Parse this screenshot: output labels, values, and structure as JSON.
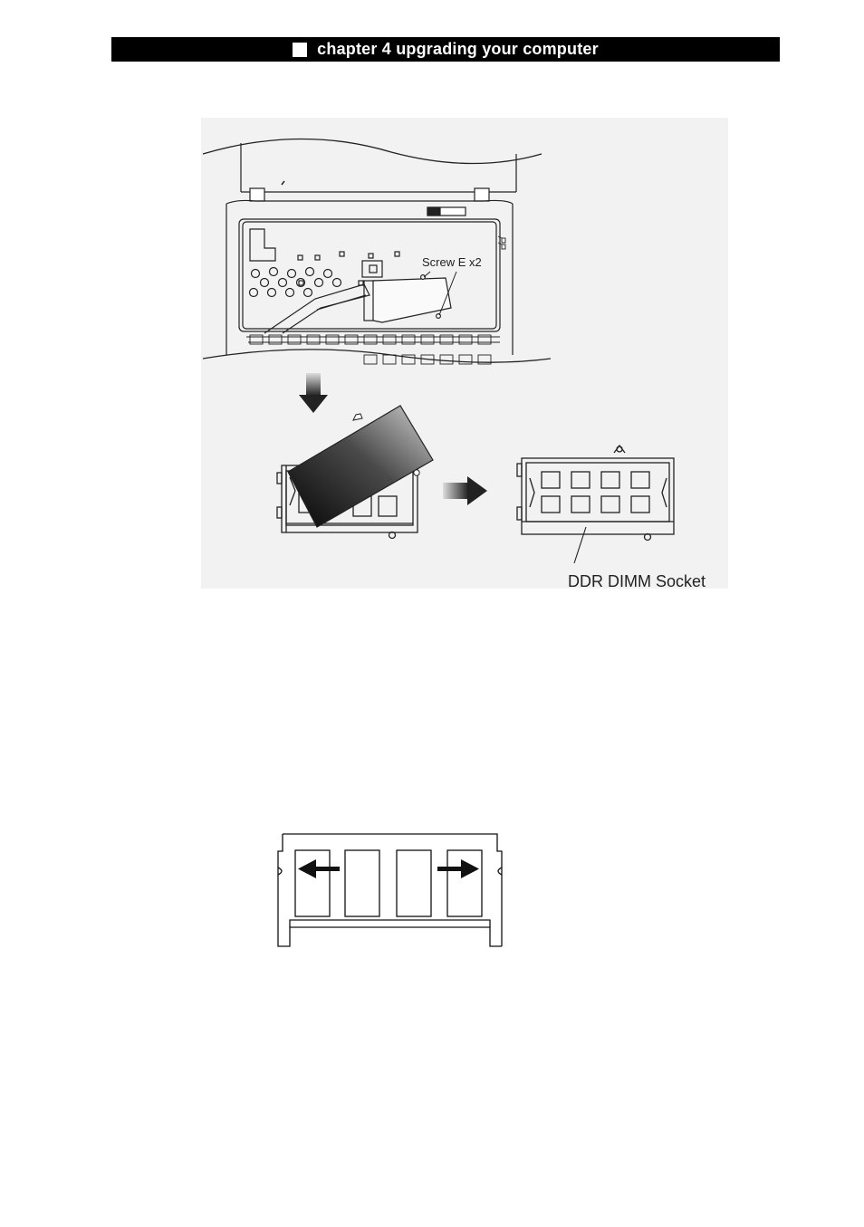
{
  "header": {
    "title": "chapter 4 upgrading your computer"
  },
  "figure1": {
    "screw_label": "Screw E x2",
    "socket_label": "DDR DIMM Socket"
  },
  "colors": {
    "header_bg": "#000000",
    "header_text": "#ffffff",
    "line": "#222222",
    "figure_bg": "#f2f2f2"
  }
}
